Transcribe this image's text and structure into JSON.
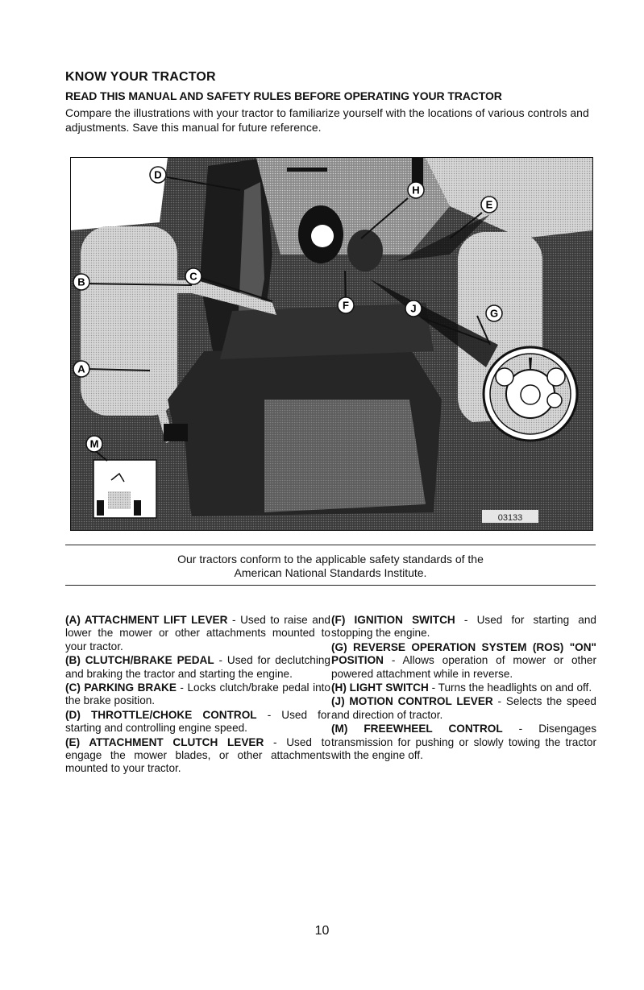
{
  "heading": {
    "title": "KNOW YOUR TRACTOR",
    "subtitle": "READ THIS MANUAL AND SAFETY RULES BEFORE OPERATING YOUR TRACTOR",
    "intro": "Compare the illustrations with your tractor to familiarize yourself with the locations of various controls and adjustments. Save this manual for future reference."
  },
  "figure": {
    "callouts": {
      "a": "A",
      "b": "B",
      "c": "C",
      "d": "D",
      "e": "E",
      "f": "F",
      "g": "G",
      "h": "H",
      "j": "J",
      "m": "M"
    },
    "code": "03133"
  },
  "caption": {
    "line1": "Our tractors conform to the applicable safety standards of the",
    "line2": "American National Standards Institute."
  },
  "items": {
    "a": {
      "label": "(A) ATTACHMENT LIFT LEVER",
      "text": " - Used to raise and lower the mower or other attachments mounted to your tractor."
    },
    "b": {
      "label": "(B) CLUTCH/BRAKE PEDAL",
      "text": " - Used for declutching and braking the tractor and starting the engine."
    },
    "c": {
      "label": "(C) PARKING BRAKE",
      "text": " - Locks clutch/brake pedal into the brake position."
    },
    "d": {
      "label": "(D) THROTTLE/CHOKE CONTROL",
      "text": " - Used for starting and controlling engine speed."
    },
    "e": {
      "label": "(E) ATTACHMENT CLUTCH LEVER",
      "text": " - Used to engage the mower blades, or other attachments mounted to your tractor."
    },
    "f": {
      "label": "(F) IGNITION SWITCH",
      "text": " - Used for starting and stopping the engine."
    },
    "g": {
      "label": "(G) REVERSE OPERATION SYSTEM (ROS) \"ON\" POSITION",
      "text": " - Allows operation of mower or other powered attachment while in reverse."
    },
    "h": {
      "label": "(H) LIGHT SWITCH",
      "text": " - Turns the headlights on and off."
    },
    "j": {
      "label": "(J) MOTION CONTROL LEVER",
      "text": " - Selects the speed and direction of tractor."
    },
    "m": {
      "label": "(M) FREEWHEEL CONTROL",
      "text": " - Disengages transmission for pushing or slowly towing the tractor with the engine off."
    }
  },
  "page_number": "10"
}
